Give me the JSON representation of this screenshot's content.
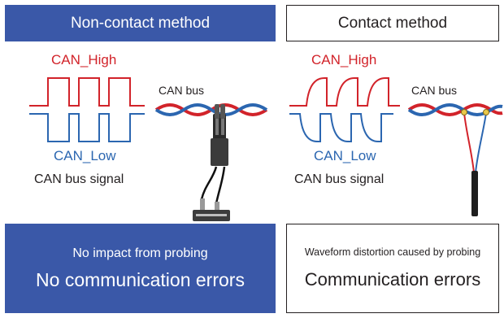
{
  "non_contact": {
    "title": "Non-contact method",
    "can_high": "CAN_High",
    "can_low": "CAN_Low",
    "can_bus": "CAN bus",
    "signal_label": "CAN bus signal",
    "result_small": "No impact from probing",
    "result_big": "No communication errors"
  },
  "contact": {
    "title": "Contact method",
    "can_high": "CAN_High",
    "can_low": "CAN_Low",
    "can_bus": "CAN bus",
    "signal_label": "CAN bus signal",
    "result_small": "Waveform distortion caused by probing",
    "result_big": "Communication errors"
  },
  "colors": {
    "panel_blue": "#3a58a8",
    "high_red": "#d2232a",
    "low_blue": "#2b66b0"
  }
}
